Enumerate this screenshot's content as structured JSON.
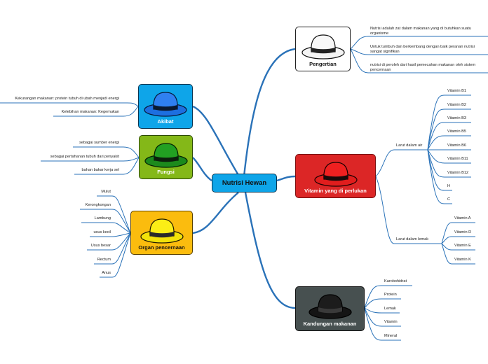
{
  "center": {
    "label": "Nutrisi Hewan"
  },
  "colors": {
    "line": "#2a72b8",
    "pengertian": "#ffffff",
    "vitamin": "#dc2626",
    "kandungan": "#475050",
    "akibat": "#0ea5e9",
    "fungsi": "#84b818",
    "organ": "#fbbc0e"
  },
  "pengertian": {
    "label": "Pengertian",
    "items": [
      "Nutrisi adalah zat dalam makanan yang di butuhkan suatu organisme",
      "Untuk tumbuh dan berkembang dengan baik peranan nutrisi sangat signifikan",
      "nutrisi di peroleh dari hasil pemecahan makanan oleh sistem pencernaan"
    ]
  },
  "vitamin": {
    "label": "Vitamin yang di perlukan",
    "air": {
      "label": "Larut dalam air",
      "items": [
        "Vitamin B1",
        "Vitamin B2",
        "Vitamin B3",
        "Vitamin B5",
        "Vitamin B6",
        "Vitamin B11",
        "Vitamin B12",
        "H",
        "C"
      ]
    },
    "lemak": {
      "label": "Larut dalam lemak",
      "items": [
        "Vitamin A",
        "Vitamin D",
        "Vitamin E",
        "Vitamin K"
      ]
    }
  },
  "kandungan": {
    "label": "Kandungan makanan",
    "items": [
      "Karobohidrat",
      "Protein",
      "Lemak",
      "Vitamin",
      "Mineral"
    ]
  },
  "akibat": {
    "label": "Akibat",
    "items": [
      "Kekurangan makanan: protein tubuh di ubah menjadi energi",
      "Kelebihan makanan: Kegemukan"
    ]
  },
  "fungsi": {
    "label": "Fungsi",
    "items": [
      "sebagai sumber energi",
      "sebagai pertahanan tubuh dari penyakit",
      "bahan bakar kerja sel"
    ]
  },
  "organ": {
    "label": "Organ pencernaan",
    "items": [
      "Mulut",
      "Kerongkongan",
      "Lambung",
      "usus kecil",
      "Usus besar",
      "Rectum",
      "Anus"
    ]
  }
}
